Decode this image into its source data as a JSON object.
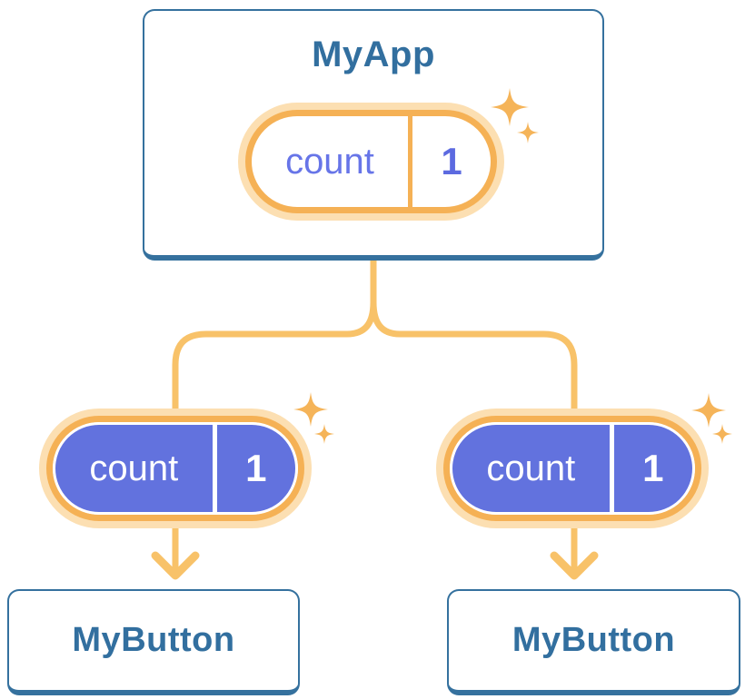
{
  "diagram": {
    "root": {
      "title": "MyApp",
      "state": {
        "name": "count",
        "value": "1"
      }
    },
    "children": [
      {
        "title": "MyButton",
        "prop": {
          "name": "count",
          "value": "1"
        }
      },
      {
        "title": "MyButton",
        "prop": {
          "name": "count",
          "value": "1"
        }
      }
    ],
    "icons": [
      "sparkle-icon",
      "arrow-down-icon"
    ],
    "colors": {
      "card_border_blue": "#35719E",
      "card_text_blue": "#326F9F",
      "pill_ring_orange": "#F5B155",
      "pill_glow_cream": "#FCDFB2",
      "pill_fill_purple": "#6272DE",
      "pill_text_purple": "#6775E8",
      "connector_orange": "#F8C269",
      "sparkle_orange": "#F5B459",
      "background": "#FFFFFF"
    }
  }
}
